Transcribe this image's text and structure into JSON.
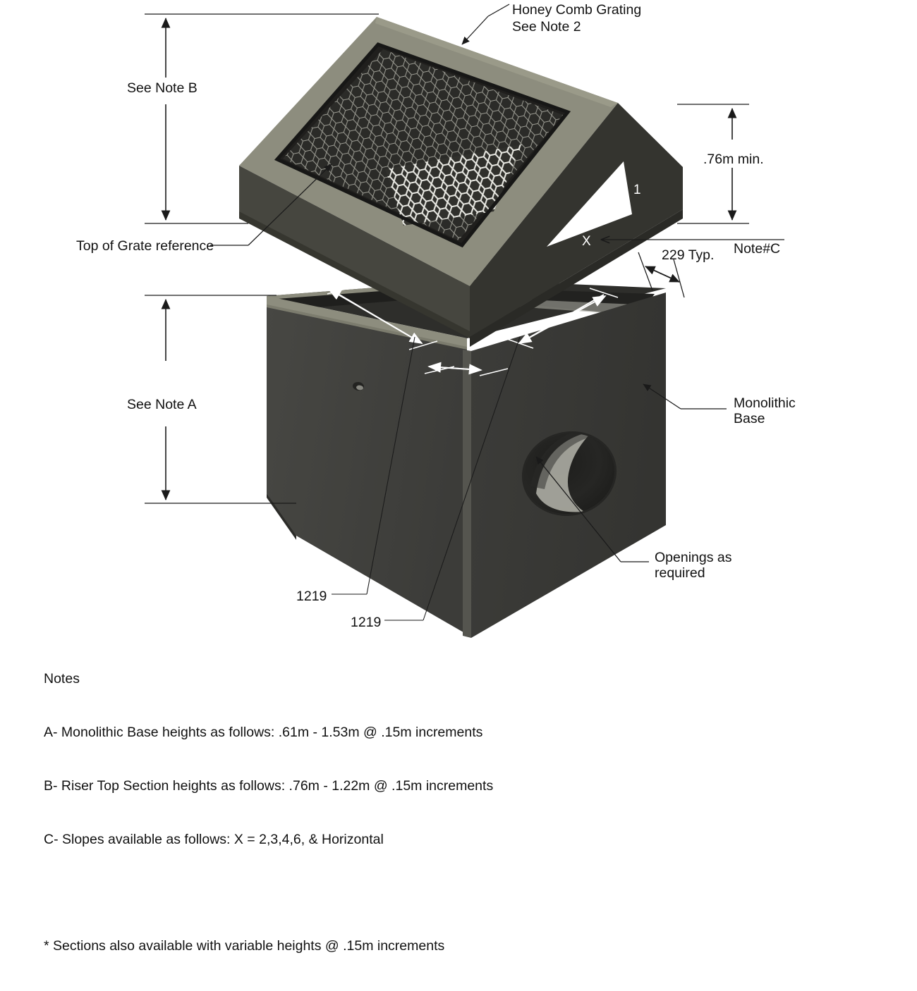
{
  "drawing": {
    "title": "Precast catch basin riser top section and monolithic base assembly",
    "background_color": "#ffffff",
    "line_color": "#1a1a1a",
    "colors": {
      "top_face_olive": "#8c8c7c",
      "top_face_olive_light": "#9a9a88",
      "side_dark": "#3d3d38",
      "side_darker": "#2f2f2c",
      "base_front": "#434340",
      "base_right": "#3a3a37",
      "base_top_rim": "#2b2b28",
      "grating_dark": "#2a2a27",
      "grating_mesh": "#9b9b92",
      "grating_highlight": "#e9e9e4",
      "opening_dark": "#232320",
      "opening_light": "#b9b9b0",
      "white_dim": "#ffffff"
    }
  },
  "callouts": {
    "honeycomb": {
      "line1": "Honey Comb Grating",
      "line2": "See Note 2"
    },
    "note_b": "See Note B",
    "top_of_grate": "Top of Grate reference",
    "note_a": "See Note A",
    "height_min": ".76m min.",
    "note_c": "Note#C",
    "wall_thickness": "229 Typ.",
    "monolithic_base": {
      "line1": "Monolithic",
      "line2": "Base"
    },
    "openings": {
      "line1": "Openings as",
      "line2": "required"
    },
    "slope_rise": "1",
    "slope_run": "X",
    "plan_dim_left": "1219",
    "plan_dim_right": "1219"
  },
  "notes": {
    "heading": "Notes",
    "items": [
      "A- Monolithic Base heights as follows: .61m - 1.53m @ .15m increments",
      "B- Riser Top Section heights as follows: .76m - 1.22m @ .15m increments",
      "C- Slopes available as follows: X = 2,3,4,6, & Horizontal"
    ],
    "footnote": "* Sections also available with variable heights @ .15m increments"
  },
  "dimensions": {
    "riser_height_label": "See Note B",
    "base_height_label": "See Note A",
    "slope_min_height": ".76m min.",
    "wall_typ_mm": "229 Typ.",
    "plan_width_mm": "1219",
    "plan_depth_mm": "1219"
  }
}
